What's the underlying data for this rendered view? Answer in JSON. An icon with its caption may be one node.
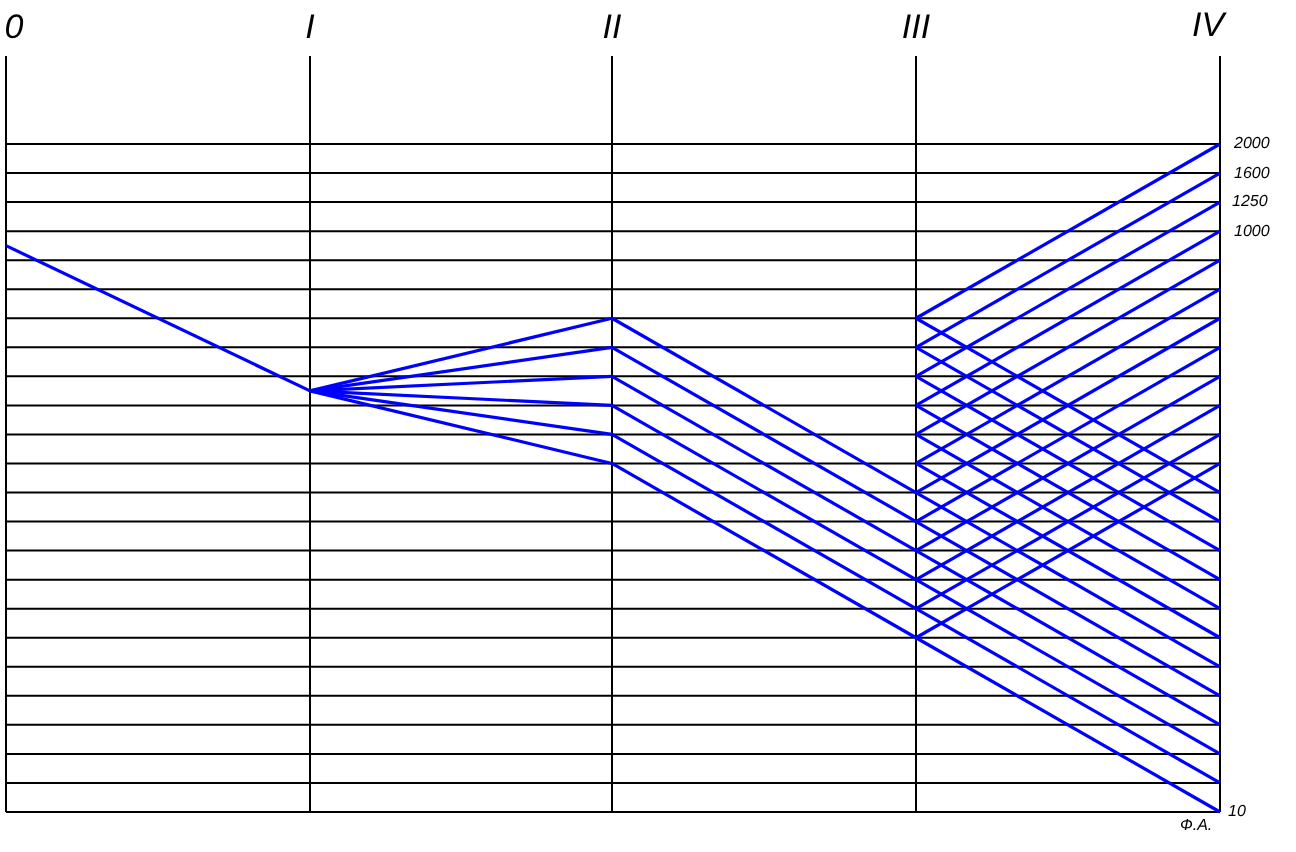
{
  "diagram": {
    "labels": [
      "0",
      "I",
      "II",
      "III",
      "IV",
      "2000",
      "1600",
      "1250",
      "1000",
      "10",
      "Ф.А."
    ]
  }
}
